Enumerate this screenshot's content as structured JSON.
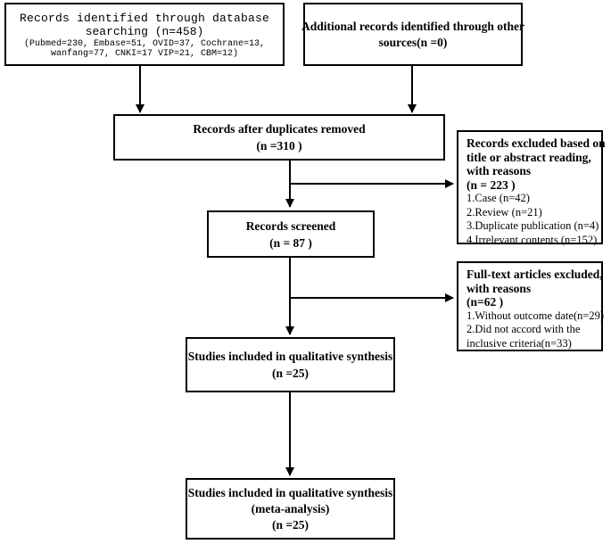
{
  "boxes": {
    "db_search": {
      "line1": "Records identified through database",
      "line2": "searching (n=458)",
      "line3": "(Pubmed=230, Embase=51, OVID=37, Cochrane=13,",
      "line4": "wanfang=77, CNKI=17 VIP=21, CBM=12)"
    },
    "other_sources": {
      "line1": "Additional records identified through other",
      "line2": "sources(n =0)"
    },
    "dup_removed": {
      "line1": "Records after duplicates removed",
      "line2": "(n =310 )"
    },
    "excluded_title": {
      "line1": "Records excluded based on",
      "line2": "title or abstract reading,",
      "line3": "with reasons",
      "line4": "(n = 223 )",
      "items": [
        "1.Case (n=42)",
        "2.Review (n=21)",
        "3.Duplicate publication (n=4)",
        "4.Irrelevant contents (n=152)"
      ]
    },
    "screened": {
      "line1": "Records screened",
      "line2": "(n = 87 )"
    },
    "fulltext_excluded": {
      "line1": "Full-text articles excluded,",
      "line2": "with reasons",
      "line3": "(n=62 )",
      "items": [
        "1.Without outcome date(n=29)",
        "2.Did not accord with the",
        "inclusive criteria(n=33)"
      ]
    },
    "qualitative": {
      "line1": "Studies included in qualitative synthesis",
      "line2": "(n =25)"
    },
    "meta": {
      "line1": "Studies included in qualitative synthesis",
      "line2": "(meta-analysis)",
      "line3": "(n =25)"
    }
  }
}
